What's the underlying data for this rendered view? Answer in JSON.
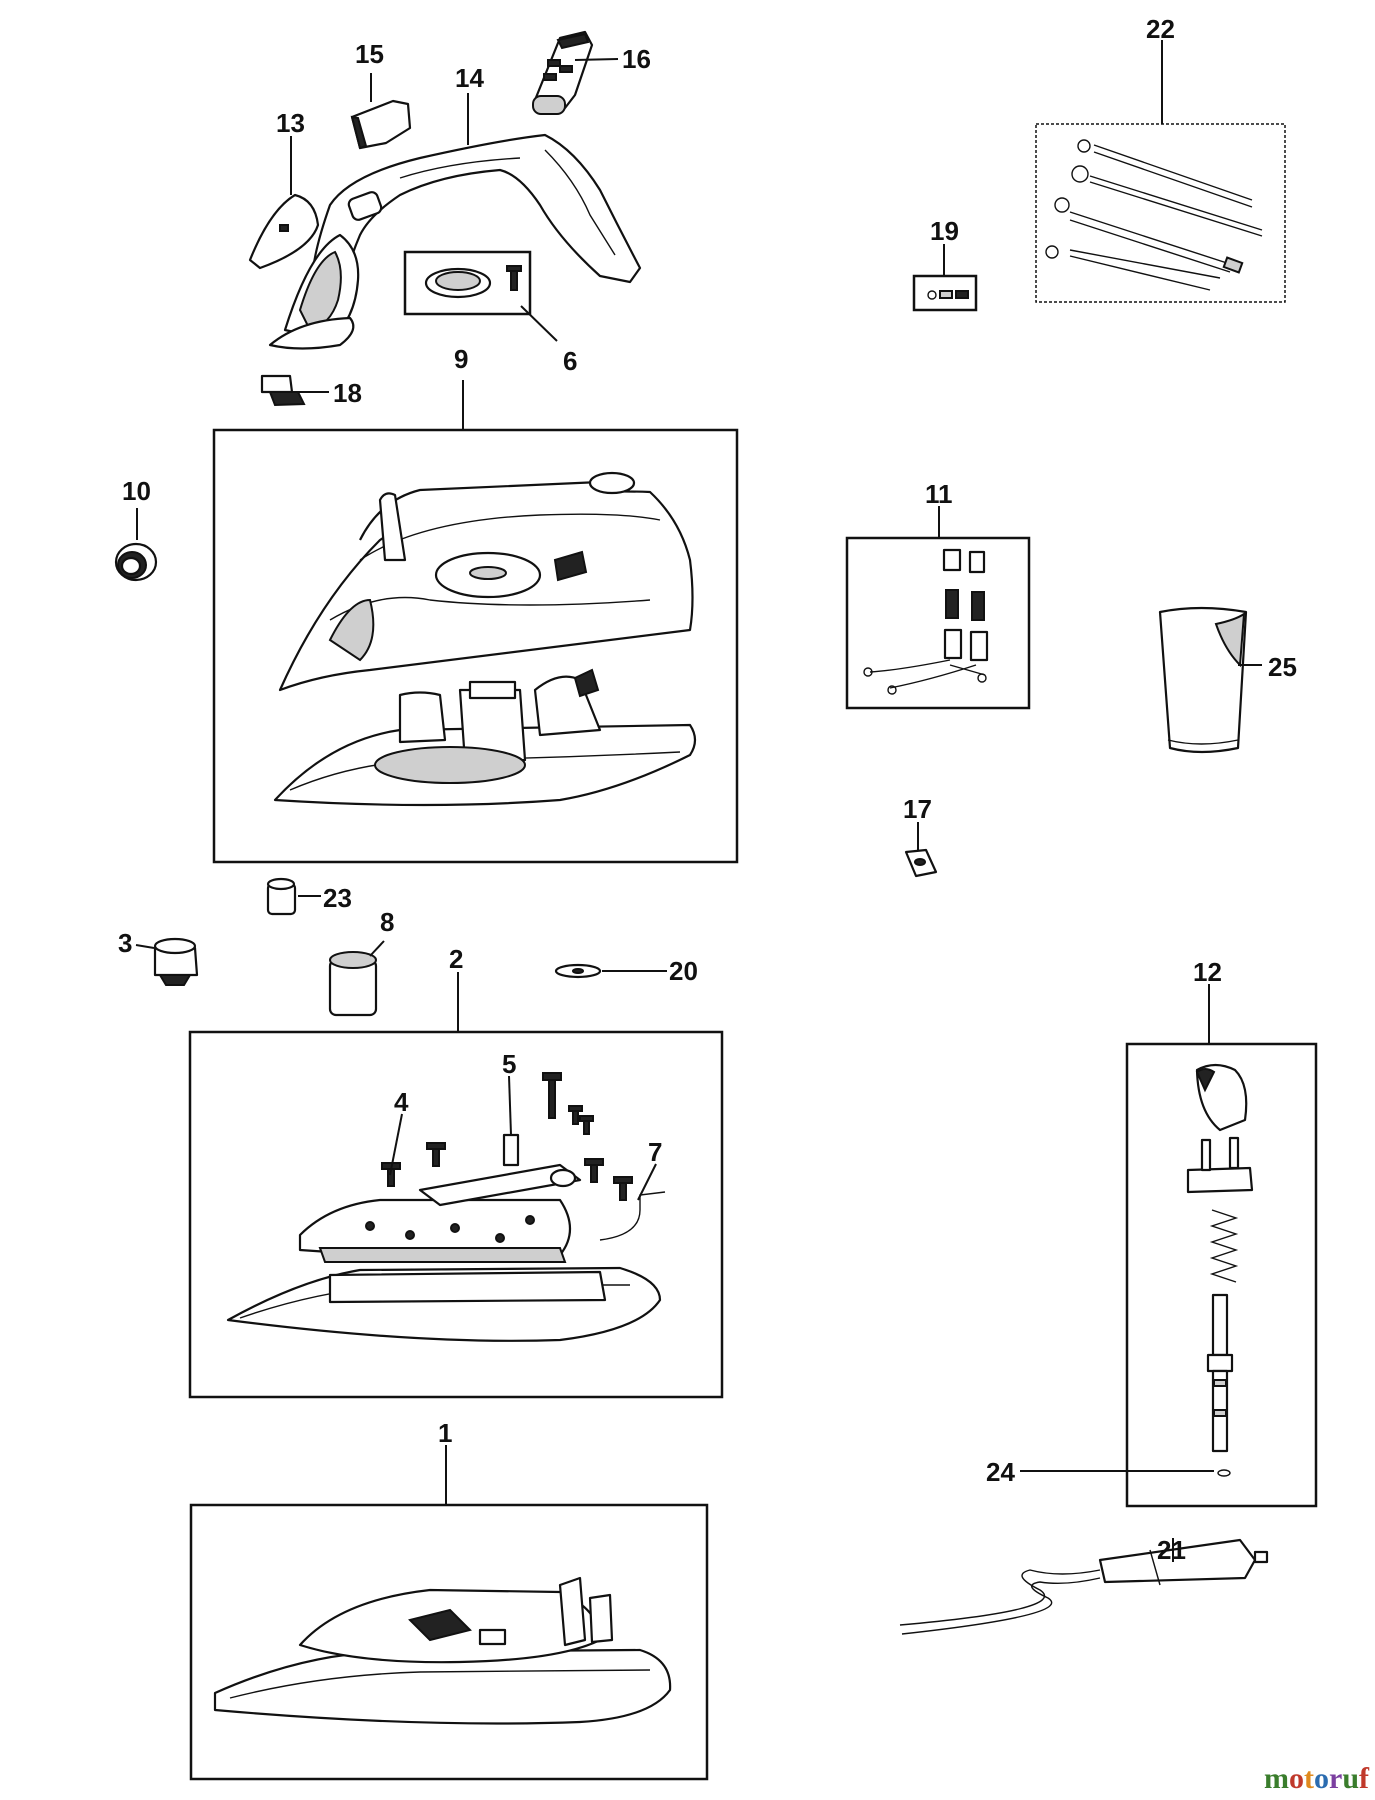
{
  "callouts": {
    "p1": "1",
    "p2": "2",
    "p3": "3",
    "p4": "4",
    "p5": "5",
    "p6": "6",
    "p7": "7",
    "p8": "8",
    "p9": "9",
    "p10": "10",
    "p11": "11",
    "p12": "12",
    "p13": "13",
    "p14": "14",
    "p15": "15",
    "p16": "16",
    "p17": "17",
    "p18": "18",
    "p19": "19",
    "p20": "20",
    "p21": "21",
    "p22": "22",
    "p23": "23",
    "p24": "24",
    "p25": "25"
  },
  "watermark": {
    "text": "motoruf",
    "colors": [
      "#3a7d2c",
      "#c0392b",
      "#e08a1e",
      "#2b6cb0",
      "#7b3fa0",
      "#3a7d2c",
      "#c0392b"
    ]
  }
}
